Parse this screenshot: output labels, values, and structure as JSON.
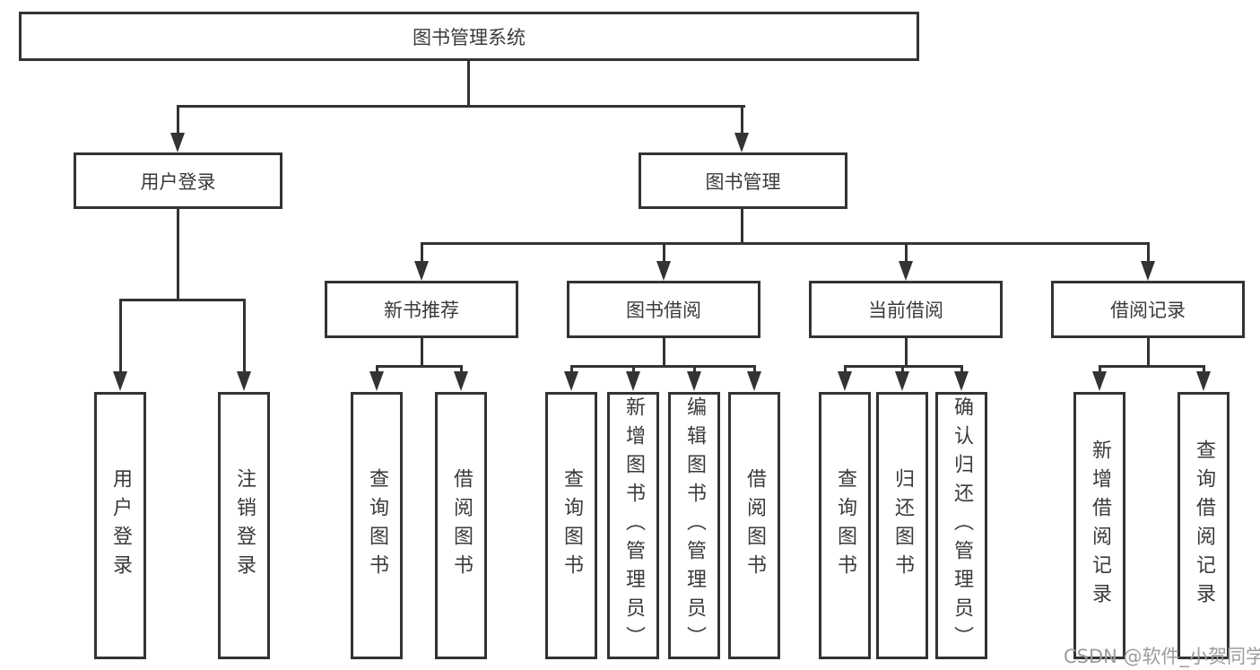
{
  "tree": {
    "label": "图书管理系统",
    "children": [
      {
        "label": "用户登录",
        "children": [
          {
            "label": "用户登录"
          },
          {
            "label": "注销登录"
          }
        ]
      },
      {
        "label": "图书管理",
        "children": [
          {
            "label": "新书推荐",
            "children": [
              {
                "label": "查询图书"
              },
              {
                "label": "借阅图书"
              }
            ]
          },
          {
            "label": "图书借阅",
            "children": [
              {
                "label": "查询图书"
              },
              {
                "label": "新增图书（管理员）"
              },
              {
                "label": "编辑图书（管理员）"
              },
              {
                "label": "借阅图书"
              }
            ]
          },
          {
            "label": "当前借阅",
            "children": [
              {
                "label": "查询图书"
              },
              {
                "label": "归还图书"
              },
              {
                "label": "确认归还（管理员）"
              }
            ]
          },
          {
            "label": "借阅记录",
            "children": [
              {
                "label": "新增借阅记录"
              },
              {
                "label": "查询借阅记录"
              }
            ]
          }
        ]
      }
    ]
  },
  "watermark": {
    "text": "CSDN @软件_小贺同学"
  },
  "colors": {
    "line": "#333333",
    "text": "#3a3a3a",
    "watermark_text": "#9c9c9c",
    "background": "#ffffff"
  }
}
